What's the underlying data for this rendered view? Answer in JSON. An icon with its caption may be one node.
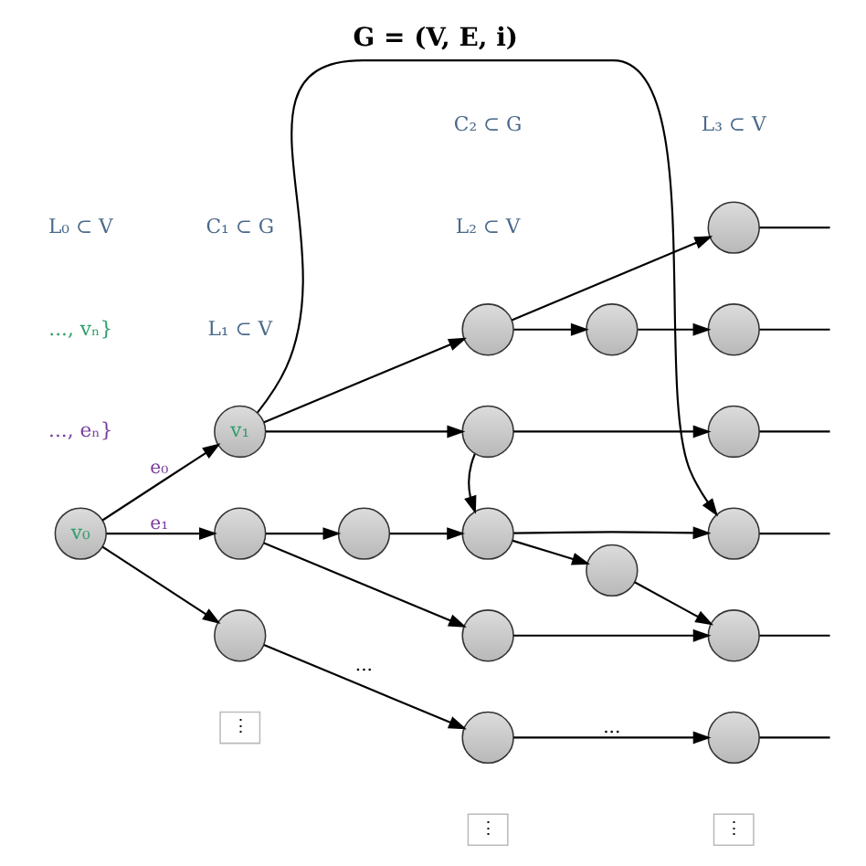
{
  "diagram": {
    "title": "G = (V, E, i)",
    "nodes": [
      {
        "text": [
          "v₀"
        ]
      },
      {
        "text": [
          "v₁"
        ]
      },
      {
        "text": [],
        "shape": "circle"
      },
      {
        "text": [],
        "shape": "circle"
      },
      {
        "text": [],
        "shape": "circle"
      },
      {
        "text": [],
        "shape": "circle"
      },
      {
        "text": [],
        "shape": "circle"
      },
      {
        "text": [],
        "shape": "circle"
      },
      {
        "text": [],
        "shape": "circle"
      },
      {
        "text": [],
        "shape": "circle"
      },
      {
        "text": [],
        "shape": "circle"
      },
      {
        "text": [],
        "shape": "circle"
      },
      {
        "text": [],
        "shape": "circle"
      },
      {
        "text": [],
        "shape": "circle"
      },
      {
        "text": [],
        "shape": "circle"
      },
      {
        "text": [],
        "shape": "circle"
      },
      {
        "text": [],
        "shape": "circle"
      },
      {
        "text": [],
        "shape": "circle"
      },
      {
        "text": [
          "⋮"
        ]
      },
      {
        "text": [
          "⋮"
        ]
      },
      {
        "text": [
          "⋮"
        ]
      }
    ],
    "edges": [
      {
        "from": 0,
        "to": 1,
        "arrow": "to",
        "label": "e₀"
      },
      {
        "from": 0,
        "to": 2,
        "arrow": "to",
        "label": "e₁"
      },
      {
        "from": 0,
        "to": 4,
        "arrow": "to"
      },
      {
        "from": 1,
        "to": 5,
        "arrow": "to"
      },
      {
        "from": 1,
        "to": 7,
        "arrow": "to"
      },
      {
        "from": 1,
        "to": 15,
        "arrow": "to"
      },
      {
        "from": 2,
        "to": 3,
        "arrow": "to"
      },
      {
        "from": 2,
        "to": 10,
        "arrow": "to"
      },
      {
        "from": 3,
        "to": 8,
        "arrow": "to"
      },
      {
        "from": 5,
        "to": 12,
        "arrow": "to"
      },
      {
        "from": 5,
        "to": 6,
        "arrow": "to"
      },
      {
        "from": 6,
        "to": 13,
        "arrow": "to"
      },
      {
        "from": 7,
        "to": 14,
        "arrow": "to"
      },
      {
        "from": 7,
        "to": 8,
        "arrow": "to"
      },
      {
        "from": 8,
        "to": 15,
        "arrow": "to"
      },
      {
        "from": 8,
        "to": 9,
        "arrow": "to"
      },
      {
        "from": 9,
        "to": 16,
        "arrow": "to"
      },
      {
        "from": 10,
        "to": 16,
        "arrow": "to"
      },
      {
        "from": 4,
        "to": 11,
        "arrow": "to",
        "label": "..."
      },
      {
        "from": 11,
        "to": 17,
        "arrow": "to",
        "label": "..."
      },
      {
        "from": 12,
        "to": null,
        "arrow": "none"
      },
      {
        "from": 13,
        "to": null,
        "arrow": "none"
      },
      {
        "from": 14,
        "to": null,
        "arrow": "none"
      },
      {
        "from": 15,
        "to": null,
        "arrow": "none"
      },
      {
        "from": 16,
        "to": null,
        "arrow": "none"
      },
      {
        "from": 17,
        "to": null,
        "arrow": "none"
      }
    ],
    "labels": [
      "C₁ ⊂ G",
      "C₂ ⊂ G",
      "L₀ ⊂ V",
      "L₁ ⊂ V",
      "L₂ ⊂ V",
      "L₃ ⊂ V",
      "..., vₙ}",
      "..., eₙ}"
    ]
  }
}
